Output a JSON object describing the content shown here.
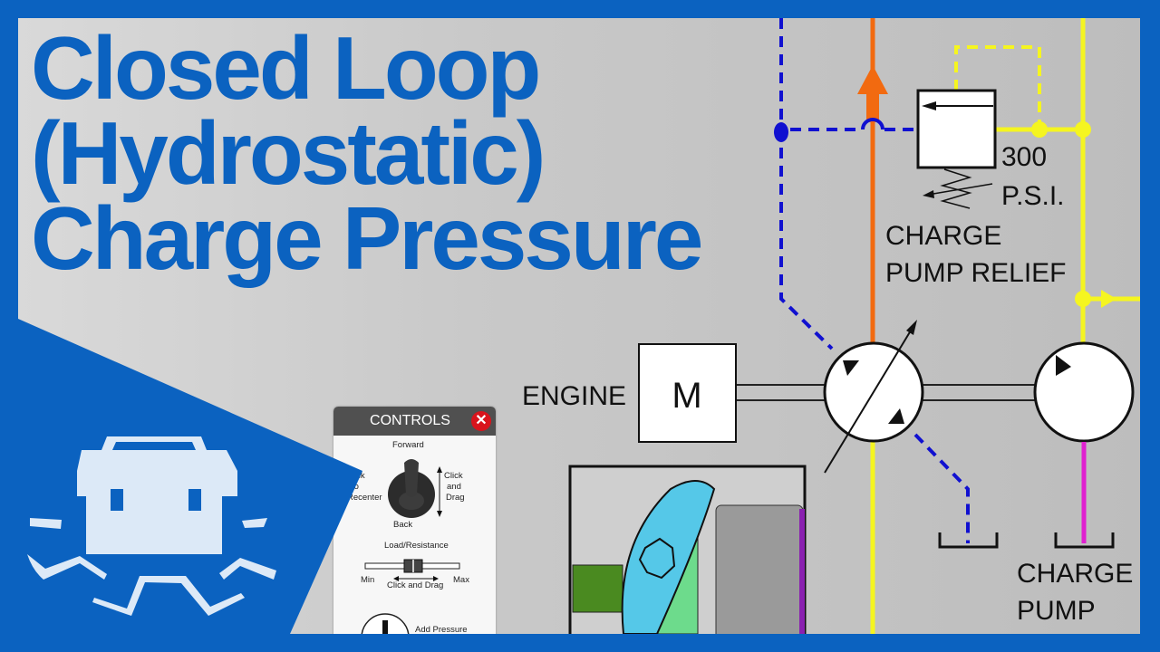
{
  "title_lines": [
    "Closed Loop",
    "(Hydrostatic)",
    "Charge Pressure"
  ],
  "diagram": {
    "relief_pressure": "300",
    "relief_units": "P.S.I.",
    "relief_label_1": "CHARGE",
    "relief_label_2": "PUMP RELIEF",
    "motor_symbol": "M",
    "engine_label": "ENGINE",
    "charge_pump_label_1": "CHARGE",
    "charge_pump_label_2": "PUMP"
  },
  "colors": {
    "brand_blue": "#0b62c0",
    "pilot_blue": "#1010d0",
    "pressure_orange": "#f26a10",
    "charge_yellow": "#f5f520",
    "magenta": "#e020d0"
  },
  "controls": {
    "title": "CONTROLS",
    "close_icon": "close-icon",
    "joystick_forward": "Forward",
    "joystick_back": "Back",
    "recenter_1": "Click",
    "recenter_2": "to",
    "recenter_3": "Recenter",
    "drag_1": "Click",
    "drag_2": "and",
    "drag_3": "Drag",
    "slider_label": "Load/Resistance",
    "slider_min": "Min",
    "slider_max": "Max",
    "slider_hint": "Click and Drag",
    "add_pressure": "Add Pressure"
  }
}
